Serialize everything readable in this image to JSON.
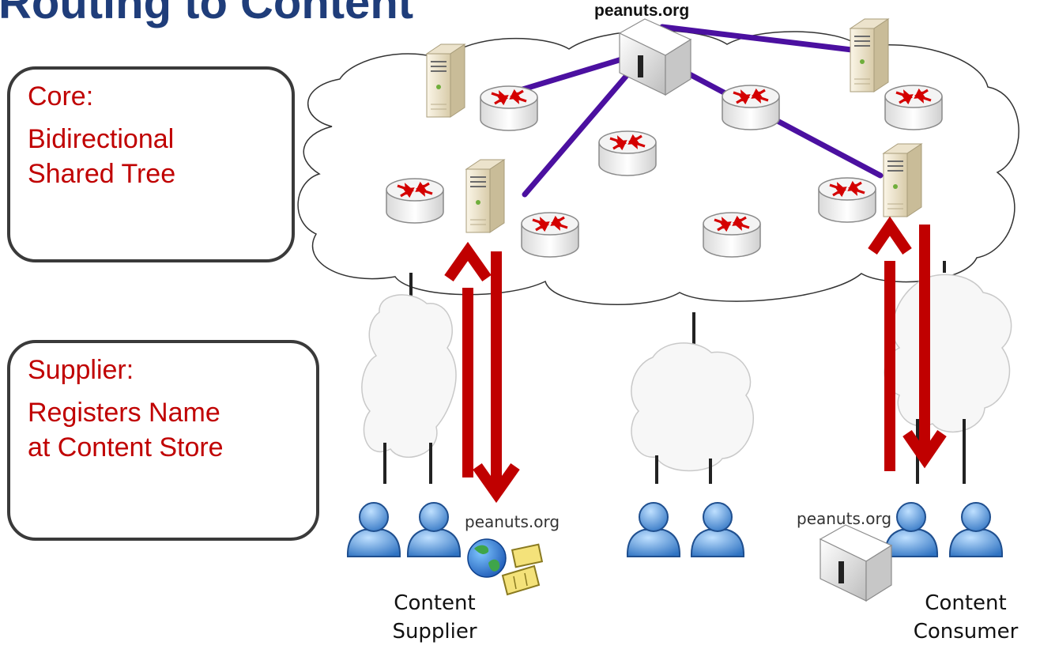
{
  "title": "Routing to Content",
  "core_callout": {
    "heading": "Core:",
    "line1": "Bidirectional",
    "line2": "Shared Tree"
  },
  "supplier_callout": {
    "heading": "Supplier:",
    "line1": "Registers Name",
    "line2": "at Content Store"
  },
  "labels": {
    "top_store": "peanuts.org",
    "supplier_domain": "peanuts.org",
    "consumer_domain": "peanuts.org",
    "supplier_line1": "Content",
    "supplier_line2": "Supplier",
    "consumer_line1": "Content",
    "consumer_line2": "Consumer"
  },
  "colors": {
    "title": "#1f3d7a",
    "callout_text": "#c00000",
    "tree_links": "#4b10a0",
    "flow_arrows": "#c00000"
  },
  "icons": [
    "cloud",
    "router",
    "server",
    "content-store",
    "user",
    "globe",
    "film"
  ]
}
